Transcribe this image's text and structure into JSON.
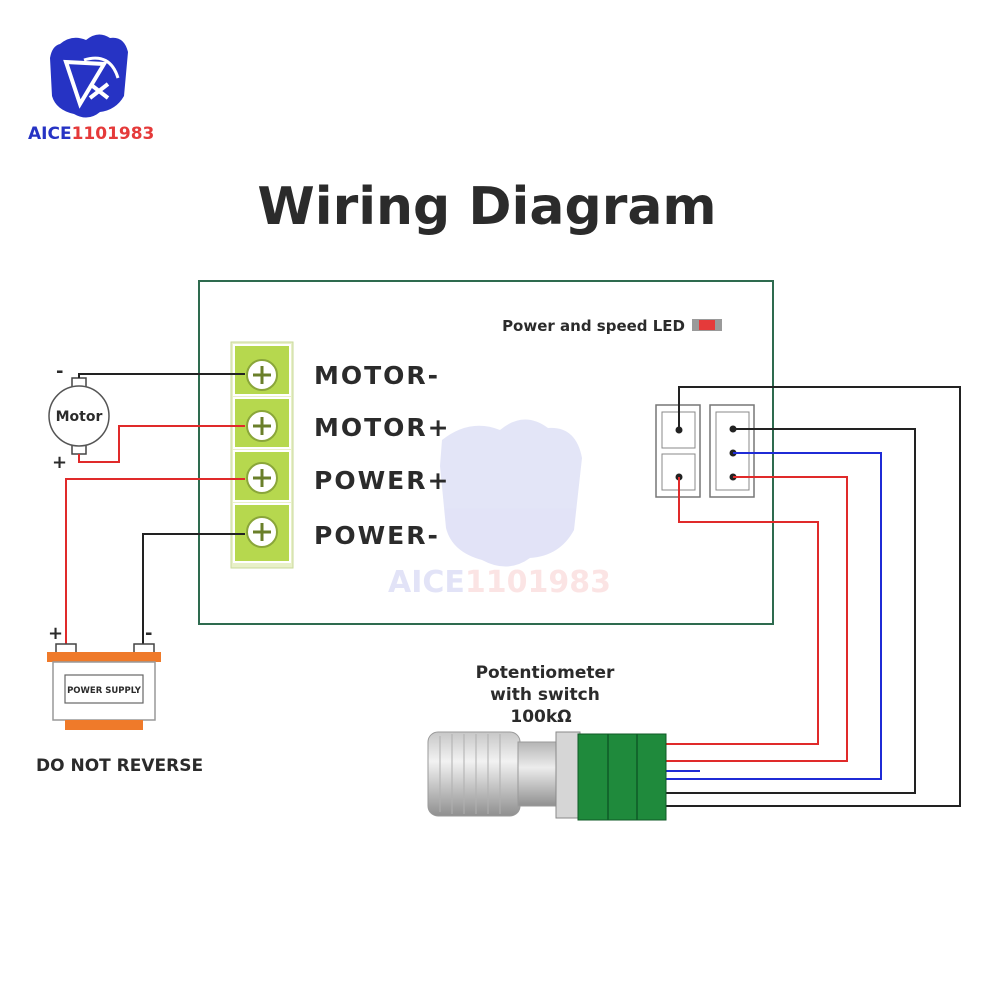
{
  "brand": {
    "name_part1": "AICE",
    "name_part2": "1101983",
    "color_blue": "#2633c4",
    "color_red": "#e53a3a"
  },
  "title": "Wiring Diagram",
  "led": {
    "label": "Power and speed LED"
  },
  "terminals": [
    "MOTOR-",
    "MOTOR+",
    "POWER+",
    "POWER-"
  ],
  "motor": {
    "label": "Motor",
    "minus": "-",
    "plus": "+"
  },
  "battery": {
    "label": "POWER SUPPLY",
    "plus": "+",
    "minus": "-",
    "warning": "DO NOT REVERSE"
  },
  "potentiometer": {
    "line1": "Potentiometer",
    "line2": "with switch",
    "line3": "100kΩ"
  },
  "colors": {
    "wire_red": "#e02a2a",
    "wire_black": "#222222",
    "wire_blue": "#1f2bd6",
    "terminal_green": "#b6d84e",
    "board_border": "#2e6b4f",
    "pot_green": "#1f8a3c"
  }
}
